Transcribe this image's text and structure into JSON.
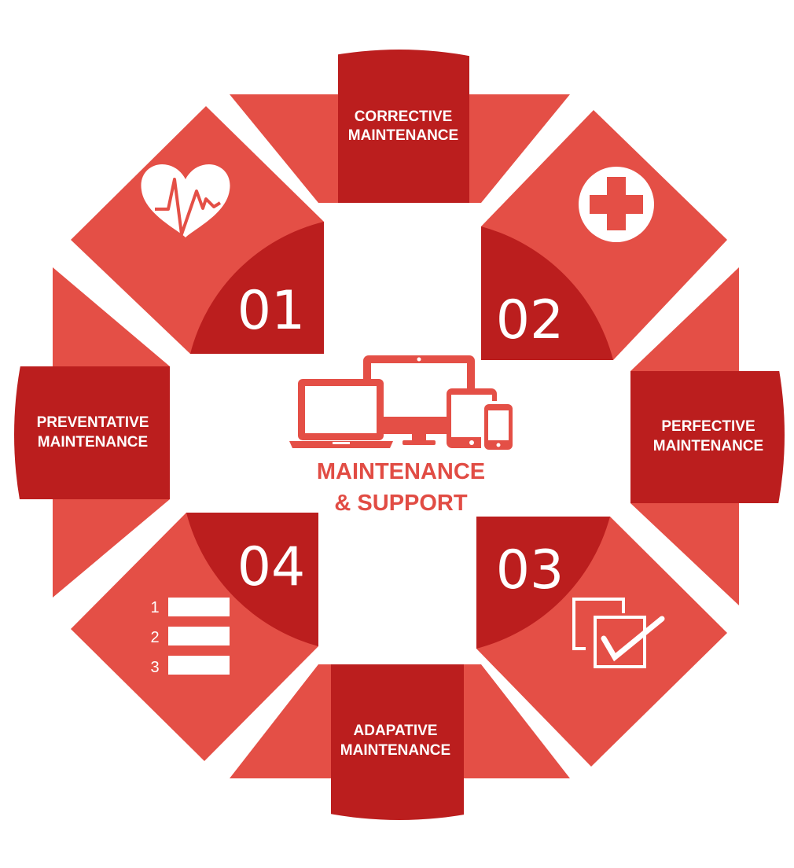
{
  "colors": {
    "light": "#e44f46",
    "dark": "#bb1e1e",
    "white": "#ffffff",
    "accent_text": "#e14c44"
  },
  "center": {
    "title_line1": "MAINTENANCE",
    "title_line2": "& SUPPORT",
    "icon": "responsive-devices-icon"
  },
  "segments": {
    "corrective": {
      "line1": "CORRECTIVE",
      "line2": "MAINTENANCE"
    },
    "perfective": {
      "line1": "PERFECTIVE",
      "line2": "MAINTENANCE"
    },
    "adaptive": {
      "line1": "ADAPATIVE",
      "line2": "MAINTENANCE"
    },
    "preventative": {
      "line1": "PREVENTATIVE",
      "line2": "MAINTENANCE"
    }
  },
  "steps": {
    "s01": {
      "number": "01",
      "icon": "heartbeat-icon"
    },
    "s02": {
      "number": "02",
      "icon": "medical-cross-icon"
    },
    "s03": {
      "number": "03",
      "icon": "checkbox-icon"
    },
    "s04": {
      "number": "04",
      "icon": "numbered-list-icon"
    }
  },
  "list_numbers": [
    "1",
    "2",
    "3"
  ]
}
